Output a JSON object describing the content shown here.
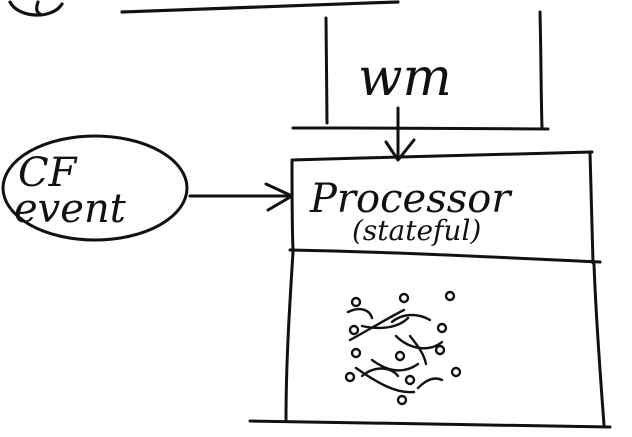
{
  "diagram": {
    "ink_color": "#111111",
    "paper_color": "#ffffff",
    "nodes": {
      "wm": {
        "label": "wm"
      },
      "cf_event": {
        "label_line1": "CF",
        "label_line2": "event"
      },
      "processor": {
        "label": "Processor",
        "sublabel": "(stateful)"
      },
      "state_box": {
        "content": "scattered-dots-network"
      }
    },
    "edges": [
      {
        "from": "wm",
        "to": "processor"
      },
      {
        "from": "cf_event",
        "to": "processor"
      }
    ]
  }
}
